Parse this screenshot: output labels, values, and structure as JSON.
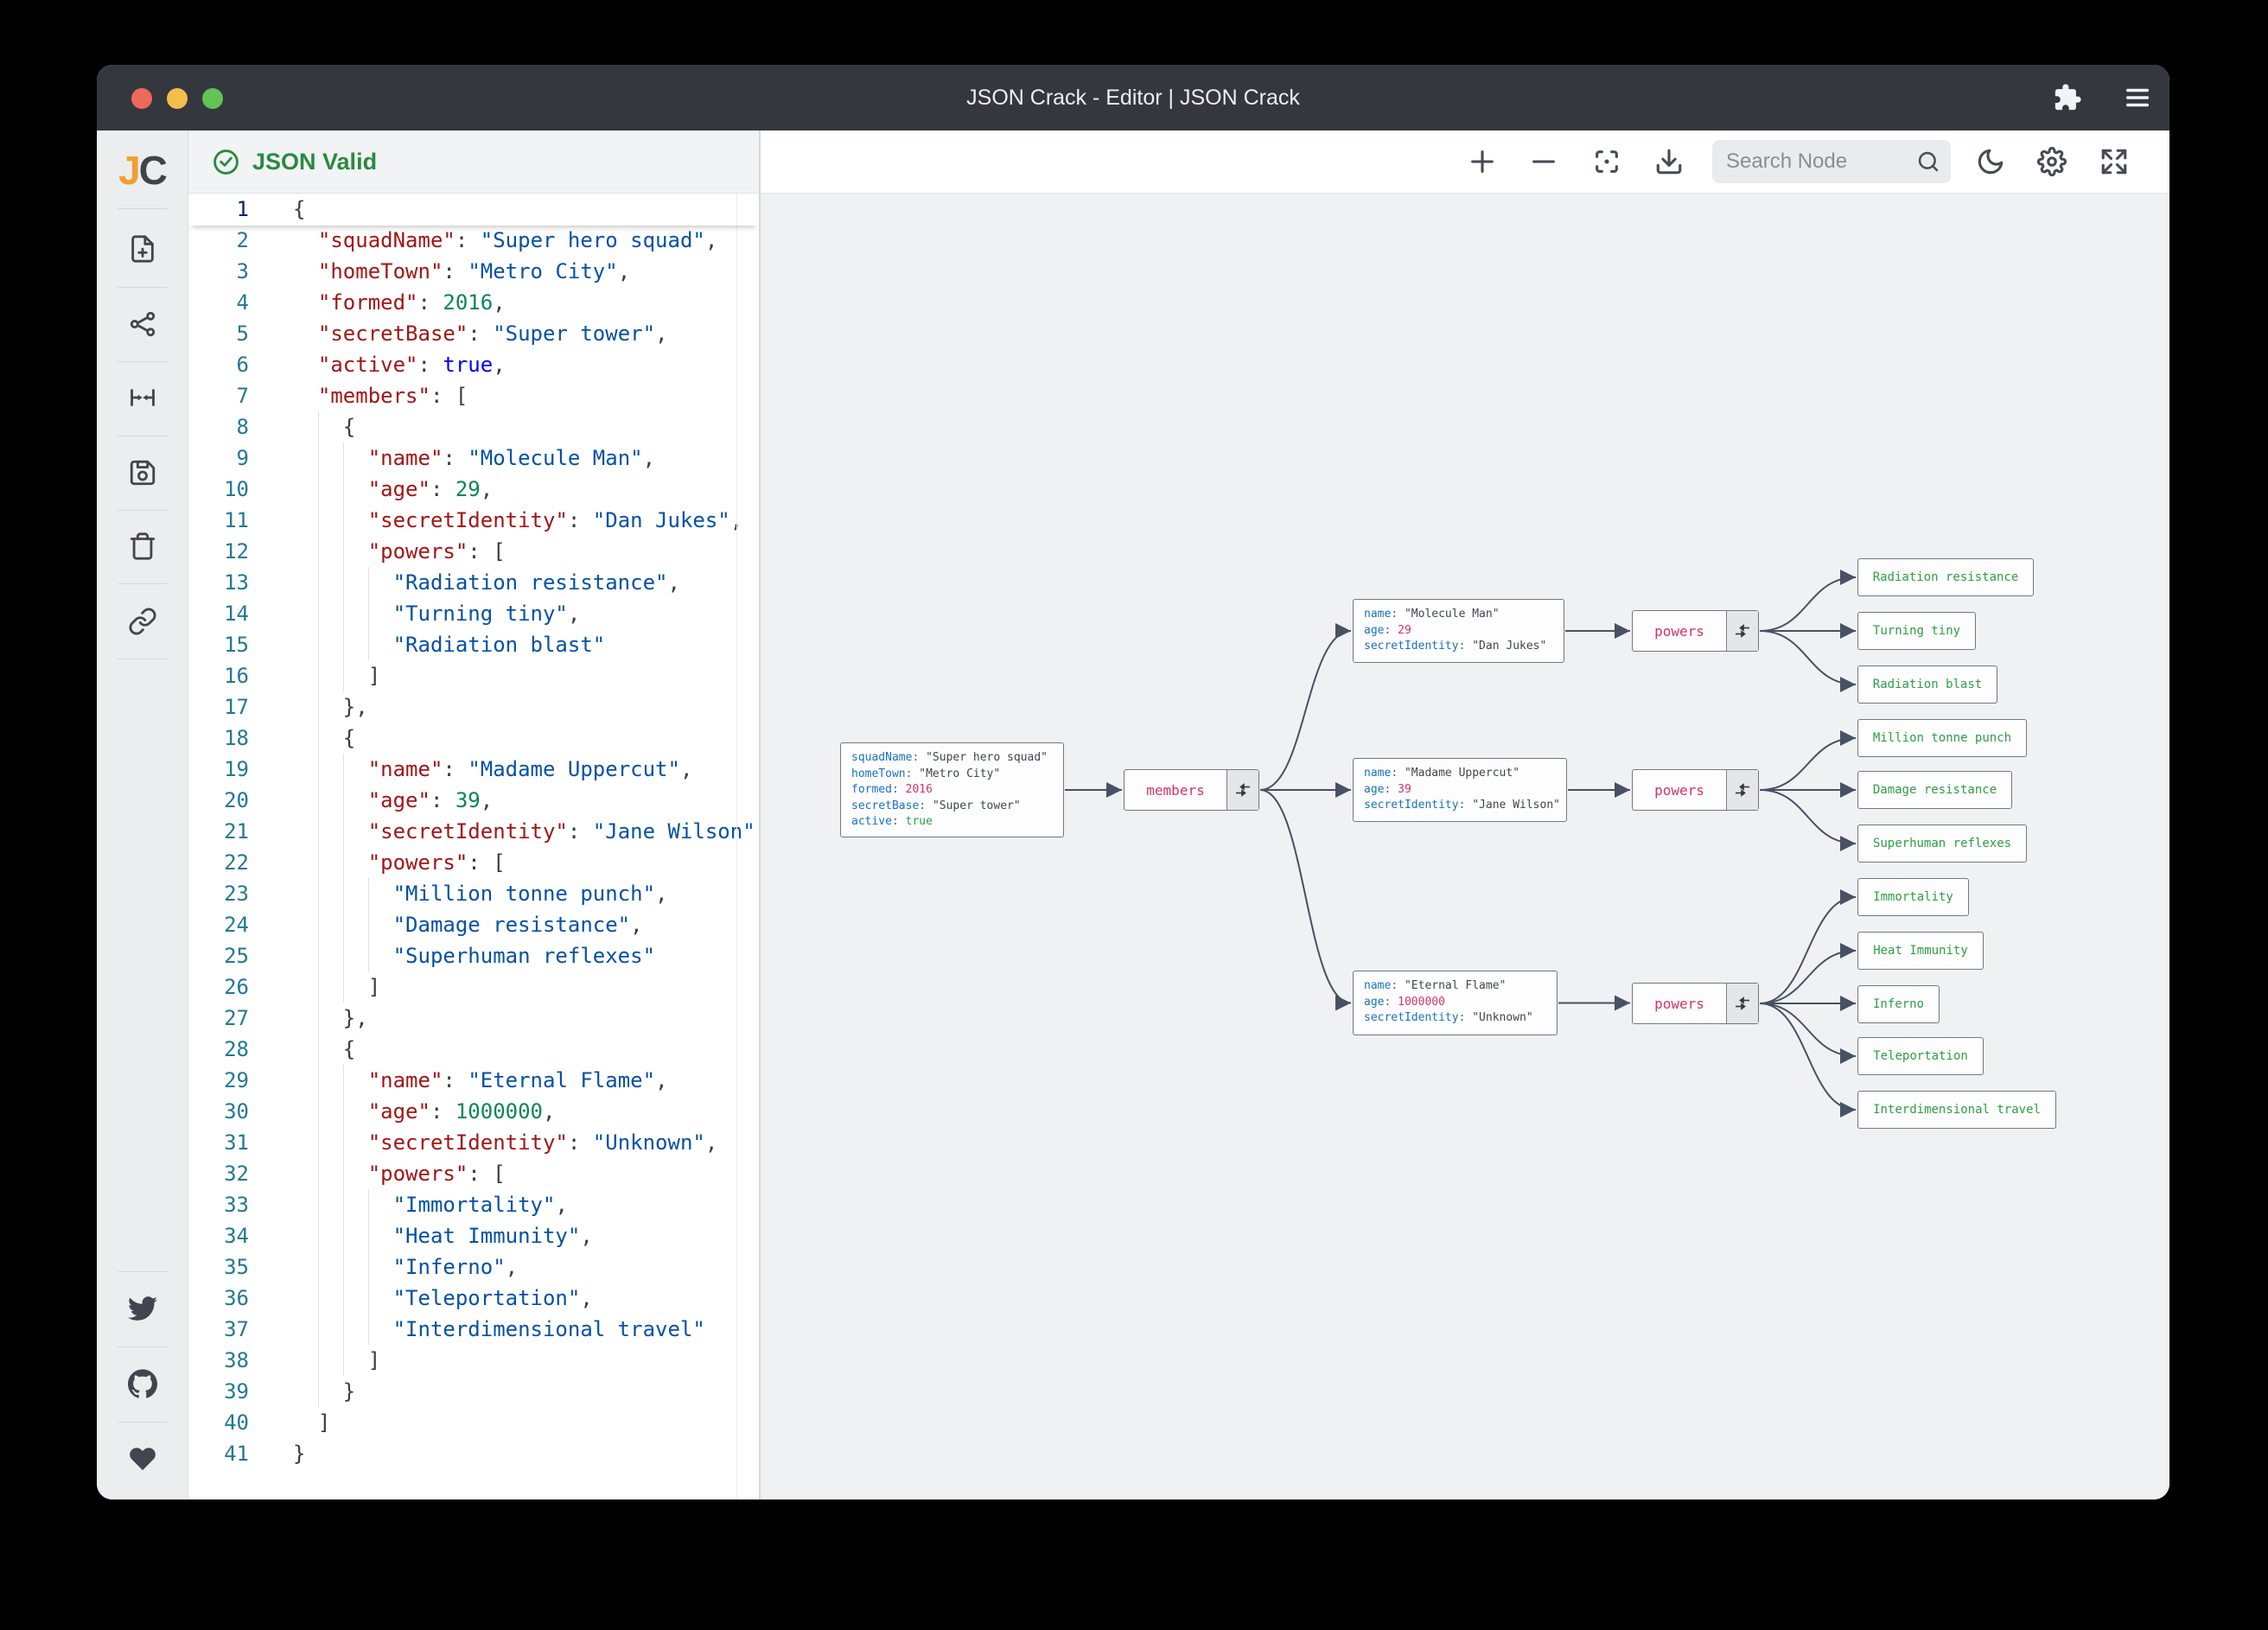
{
  "titlebar": {
    "title": "JSON Crack - Editor | JSON Crack",
    "icons": [
      "puzzle-icon",
      "menu-icon"
    ],
    "traffic_lights": {
      "close": "#ec695c",
      "minimize": "#f4bd4e",
      "maximize": "#61c454"
    }
  },
  "sidebar": {
    "logo_j": "J",
    "logo_c": "C",
    "tool_icons": [
      "file-plus-icon",
      "graph-icon",
      "fold-icon",
      "save-icon",
      "trash-icon",
      "link-icon"
    ],
    "social_icons": [
      "twitter-icon",
      "github-icon",
      "heart-icon"
    ]
  },
  "editor": {
    "status": "JSON Valid",
    "lines": [
      "{",
      "  \"squadName\": \"Super hero squad\",",
      "  \"homeTown\": \"Metro City\",",
      "  \"formed\": 2016,",
      "  \"secretBase\": \"Super tower\",",
      "  \"active\": true,",
      "  \"members\": [",
      "    {",
      "      \"name\": \"Molecule Man\",",
      "      \"age\": 29,",
      "      \"secretIdentity\": \"Dan Jukes\",",
      "      \"powers\": [",
      "        \"Radiation resistance\",",
      "        \"Turning tiny\",",
      "        \"Radiation blast\"",
      "      ]",
      "    },",
      "    {",
      "      \"name\": \"Madame Uppercut\",",
      "      \"age\": 39,",
      "      \"secretIdentity\": \"Jane Wilson\",",
      "      \"powers\": [",
      "        \"Million tonne punch\",",
      "        \"Damage resistance\",",
      "        \"Superhuman reflexes\"",
      "      ]",
      "    },",
      "    {",
      "      \"name\": \"Eternal Flame\",",
      "      \"age\": 1000000,",
      "      \"secretIdentity\": \"Unknown\",",
      "      \"powers\": [",
      "        \"Immortality\",",
      "        \"Heat Immunity\",",
      "        \"Inferno\",",
      "        \"Teleportation\",",
      "        \"Interdimensional travel\"",
      "      ]",
      "    }",
      "  ]",
      "}"
    ]
  },
  "toolbar": {
    "icons": [
      "zoom-in-icon",
      "zoom-out-icon",
      "focus-icon",
      "download-icon",
      "dark-mode-icon",
      "settings-icon",
      "fullscreen-icon"
    ],
    "search_placeholder": "Search Node"
  },
  "graph": {
    "nodes": [
      {
        "id": "root",
        "type": "object",
        "rows": [
          {
            "k": "squadName",
            "v": "\"Super hero squad\"",
            "t": "string"
          },
          {
            "k": "homeTown",
            "v": "\"Metro City\"",
            "t": "string"
          },
          {
            "k": "formed",
            "v": "2016",
            "t": "number"
          },
          {
            "k": "secretBase",
            "v": "\"Super tower\"",
            "t": "string"
          },
          {
            "k": "active",
            "v": "true",
            "t": "boolean"
          }
        ]
      },
      {
        "id": "members",
        "type": "label",
        "label": "members"
      },
      {
        "id": "m1",
        "type": "object",
        "rows": [
          {
            "k": "name",
            "v": "\"Molecule Man\"",
            "t": "string"
          },
          {
            "k": "age",
            "v": "29",
            "t": "number"
          },
          {
            "k": "secretIdentity",
            "v": "\"Dan Jukes\"",
            "t": "string"
          }
        ]
      },
      {
        "id": "m2",
        "type": "object",
        "rows": [
          {
            "k": "name",
            "v": "\"Madame Uppercut\"",
            "t": "string"
          },
          {
            "k": "age",
            "v": "39",
            "t": "number"
          },
          {
            "k": "secretIdentity",
            "v": "\"Jane Wilson\"",
            "t": "string"
          }
        ]
      },
      {
        "id": "m3",
        "type": "object",
        "rows": [
          {
            "k": "name",
            "v": "\"Eternal Flame\"",
            "t": "string"
          },
          {
            "k": "age",
            "v": "1000000",
            "t": "number"
          },
          {
            "k": "secretIdentity",
            "v": "\"Unknown\"",
            "t": "string"
          }
        ]
      },
      {
        "id": "p1",
        "type": "label",
        "label": "powers"
      },
      {
        "id": "p2",
        "type": "label",
        "label": "powers"
      },
      {
        "id": "p3",
        "type": "label",
        "label": "powers"
      },
      {
        "id": "l1",
        "type": "leaf",
        "label": "Radiation resistance"
      },
      {
        "id": "l2",
        "type": "leaf",
        "label": "Turning tiny"
      },
      {
        "id": "l3",
        "type": "leaf",
        "label": "Radiation blast"
      },
      {
        "id": "l4",
        "type": "leaf",
        "label": "Million tonne punch"
      },
      {
        "id": "l5",
        "type": "leaf",
        "label": "Damage resistance"
      },
      {
        "id": "l6",
        "type": "leaf",
        "label": "Superhuman reflexes"
      },
      {
        "id": "l7",
        "type": "leaf",
        "label": "Immortality"
      },
      {
        "id": "l8",
        "type": "leaf",
        "label": "Heat Immunity"
      },
      {
        "id": "l9",
        "type": "leaf",
        "label": "Inferno"
      },
      {
        "id": "l10",
        "type": "leaf",
        "label": "Teleportation"
      },
      {
        "id": "l11",
        "type": "leaf",
        "label": "Interdimensional travel"
      }
    ],
    "edges": [
      [
        "root",
        "members"
      ],
      [
        "members",
        "m1"
      ],
      [
        "members",
        "m2"
      ],
      [
        "members",
        "m3"
      ],
      [
        "m1",
        "p1"
      ],
      [
        "m2",
        "p2"
      ],
      [
        "m3",
        "p3"
      ],
      [
        "p1",
        "l1"
      ],
      [
        "p1",
        "l2"
      ],
      [
        "p1",
        "l3"
      ],
      [
        "p2",
        "l4"
      ],
      [
        "p2",
        "l5"
      ],
      [
        "p2",
        "l6"
      ],
      [
        "p3",
        "l7"
      ],
      [
        "p3",
        "l8"
      ],
      [
        "p3",
        "l9"
      ],
      [
        "p3",
        "l10"
      ],
      [
        "p3",
        "l11"
      ]
    ]
  },
  "colors": {
    "accent_green": "#2b8a3e",
    "node_pink": "#d6336c",
    "node_key_blue": "#1971c2",
    "edge": "#475163",
    "titlebar": "#34373e",
    "graph_bg": "#f0f1f3",
    "code_key": "#a31515",
    "code_string": "#0451a5",
    "code_number": "#098658"
  }
}
